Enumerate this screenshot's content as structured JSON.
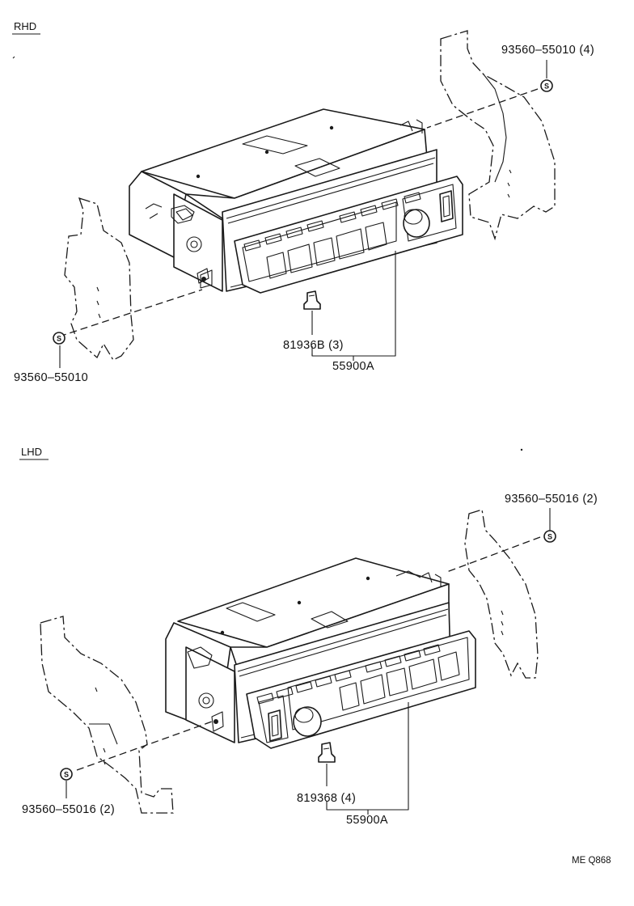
{
  "diagram": {
    "sections": [
      {
        "header": "RHD",
        "labels": {
          "bolt_right": "93560–55010 (4)",
          "bolt_left": "93560–55010",
          "clip": "81936B (3)",
          "assembly": "55900A"
        }
      },
      {
        "header": "LHD",
        "labels": {
          "bolt_right": "93560–55016 (2)",
          "bolt_left": "93560–55016 (2)",
          "clip": "819368 (4)",
          "assembly": "55900A"
        }
      }
    ],
    "bolt_symbol": "S",
    "reference_code": "ME Q868"
  }
}
